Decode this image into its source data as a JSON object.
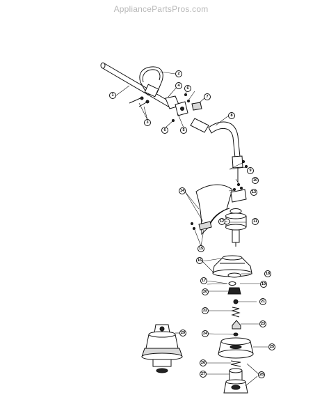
{
  "watermark": "AppliancePartsPros.com",
  "callouts": [
    "1",
    "2",
    "3",
    "4",
    "5",
    "6",
    "6",
    "7",
    "8",
    "9",
    "10",
    "13",
    "14",
    "15",
    "11",
    "12",
    "16",
    "18",
    "17",
    "19",
    "20",
    "21",
    "22",
    "23",
    "24",
    "25",
    "26",
    "27",
    "28",
    "29"
  ]
}
